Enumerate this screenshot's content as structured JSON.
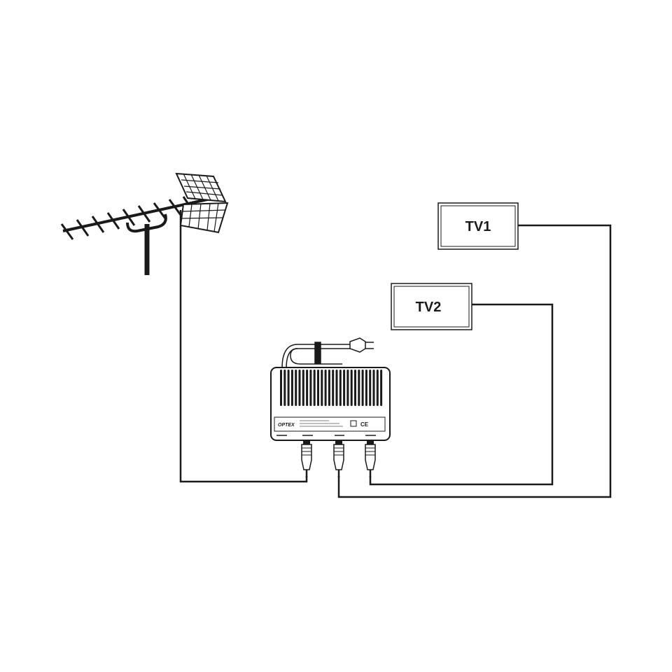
{
  "tv1": {
    "label": "TV1"
  },
  "tv2": {
    "label": "TV2"
  },
  "amplifier": {
    "mark": "CE",
    "logo": "OPTEX"
  },
  "colors": {
    "line": "#1a1a1a",
    "background": "#ffffff"
  }
}
